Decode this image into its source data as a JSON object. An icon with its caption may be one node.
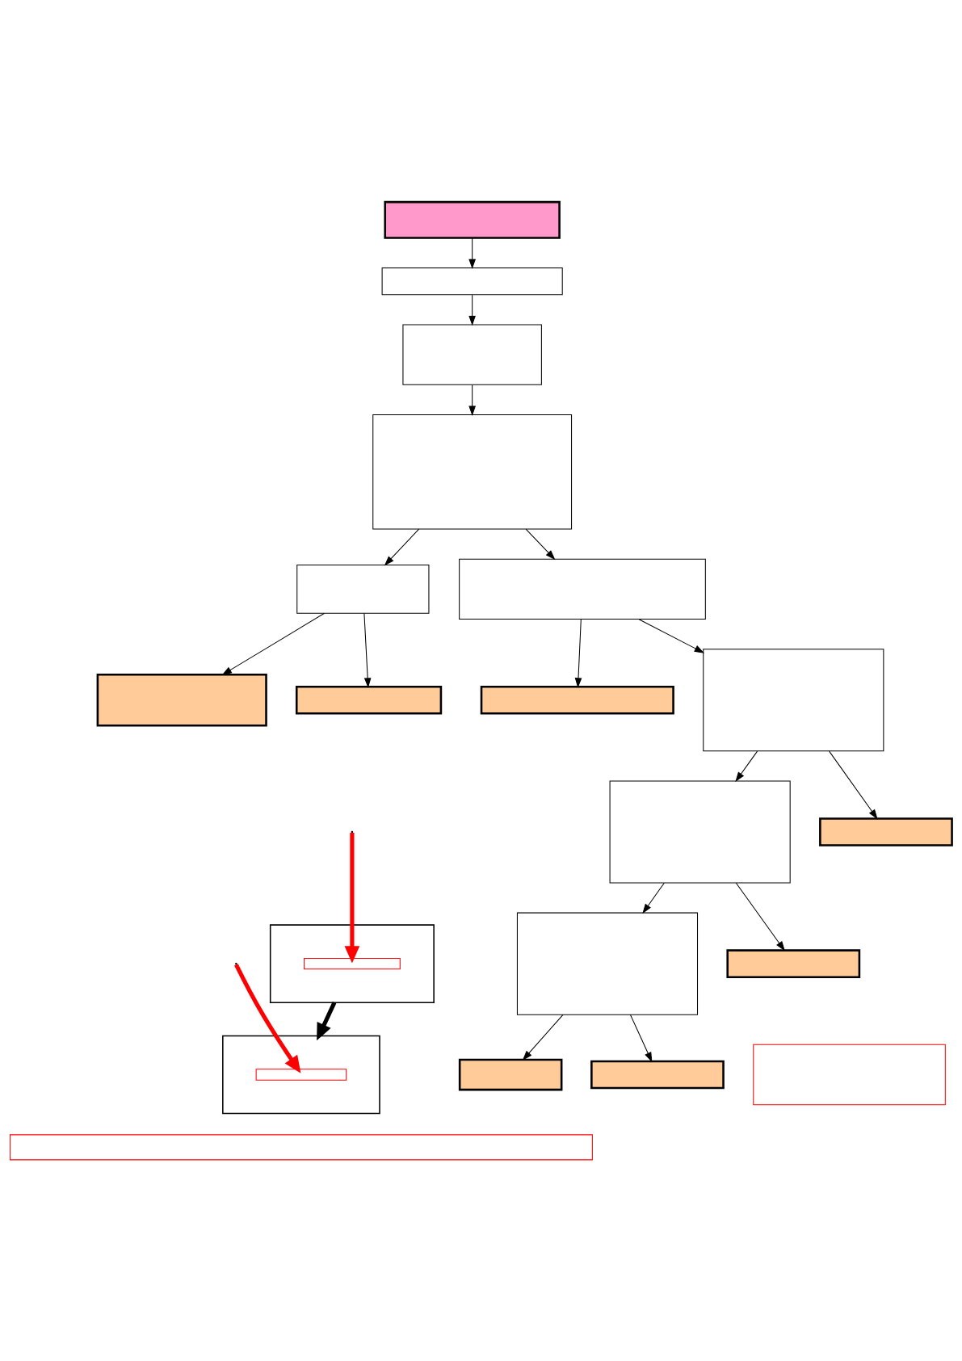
{
  "diagram": {
    "nodes": [
      {
        "text": [],
        "shape": "box"
      },
      {
        "text": [],
        "shape": "box",
        "in": 0
      },
      {
        "text": [],
        "shape": "box"
      },
      {
        "text": [],
        "shape": "box"
      },
      {
        "text": [],
        "shape": "box"
      },
      {
        "text": [],
        "shape": "box"
      },
      {
        "text": [],
        "shape": "box",
        "in": 5
      },
      {
        "text": [],
        "shape": "box"
      },
      {
        "text": [],
        "shape": "box"
      },
      {
        "text": [],
        "shape": "box"
      },
      {
        "text": [],
        "shape": "box"
      },
      {
        "text": [],
        "shape": "box"
      },
      {
        "text": [],
        "shape": "box"
      },
      {
        "text": [],
        "shape": "box"
      },
      {
        "text": [],
        "shape": "box"
      },
      {
        "text": [],
        "shape": "box"
      },
      {
        "text": [],
        "shape": "box"
      },
      {
        "text": [],
        "shape": "box"
      },
      {
        "text": [],
        "shape": "box"
      },
      {
        "text": [],
        "shape": "box"
      },
      {
        "text": [],
        "shape": "box"
      },
      {
        "text": [],
        "shape": "box"
      }
    ],
    "edges": [
      {
        "from": null,
        "to": 1,
        "arrow": "to",
        "style": "thick",
        "color": "#ff0000"
      },
      {
        "from": 2,
        "to": 3,
        "arrow": "to"
      },
      {
        "from": 3,
        "to": 4,
        "arrow": "to"
      },
      {
        "from": 0,
        "to": 5,
        "arrow": "to",
        "style": "thick"
      },
      {
        "from": null,
        "to": 6,
        "arrow": "to",
        "style": "thick",
        "color": "#ff0000"
      },
      {
        "from": 4,
        "to": 7,
        "arrow": "to"
      },
      {
        "from": 7,
        "to": 8,
        "arrow": "to"
      },
      {
        "from": 7,
        "to": 10,
        "arrow": "to"
      },
      {
        "from": 8,
        "to": 9,
        "arrow": "to"
      },
      {
        "from": 8,
        "to": 11,
        "arrow": "to"
      },
      {
        "from": 10,
        "to": 12,
        "arrow": "to"
      },
      {
        "from": 10,
        "to": 14,
        "arrow": "to"
      },
      {
        "from": 14,
        "to": 15,
        "arrow": "to"
      },
      {
        "from": 14,
        "to": 18,
        "arrow": "to"
      },
      {
        "from": 15,
        "to": 16,
        "arrow": "to"
      },
      {
        "from": 15,
        "to": 19,
        "arrow": "to"
      },
      {
        "from": 16,
        "to": 17,
        "arrow": "to"
      },
      {
        "from": 16,
        "to": 20,
        "arrow": "to"
      }
    ]
  }
}
